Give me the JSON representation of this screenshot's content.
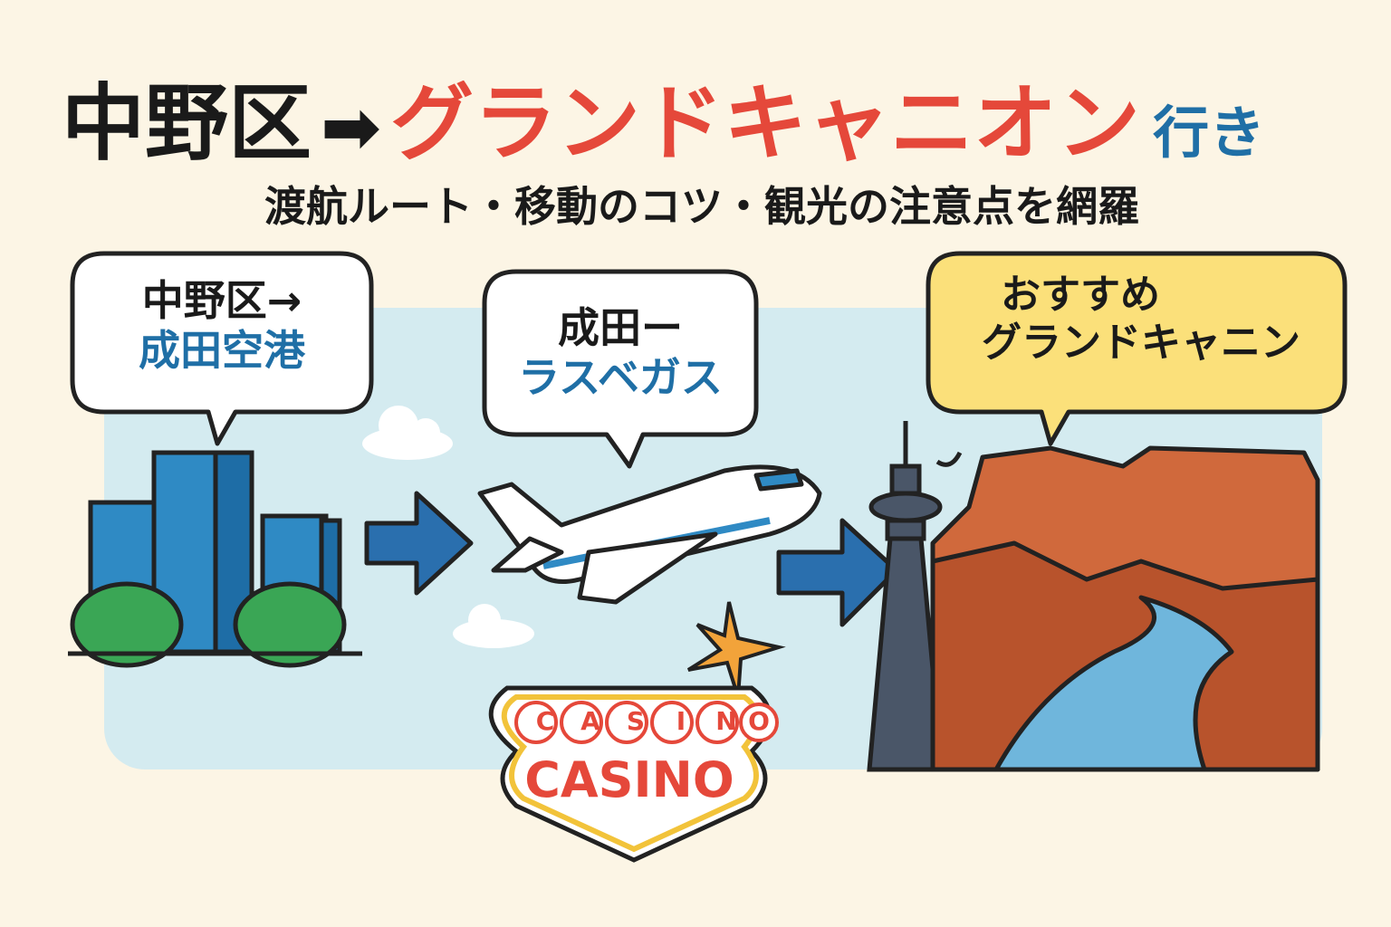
{
  "title": {
    "from": "中野区",
    "arrow": "➡",
    "destination": "グランドキャニオン",
    "suffix": "行き"
  },
  "subtitle": "渡航ルート・移動のコツ・観光の注意点を網羅",
  "bubbles": [
    {
      "line1": "中野区→",
      "line2": "成田空港"
    },
    {
      "line1": "成田ー",
      "line2": "ラスベガス"
    },
    {
      "line1": "おすすめ",
      "line2": "グランドキャニン"
    }
  ],
  "casino_sign": {
    "top_letters": [
      "C",
      "A",
      "S",
      "I",
      "N",
      "O"
    ],
    "main": "CASINO"
  },
  "colors": {
    "background": "#fcf5e5",
    "panel": "#d4ebf0",
    "accent_red": "#e5483a",
    "accent_blue": "#1f6fa6",
    "arrow_blue": "#2a6fae",
    "canyon": "#d0693c",
    "river": "#6fb6dc",
    "bubble_yellow": "#fbe07a"
  }
}
